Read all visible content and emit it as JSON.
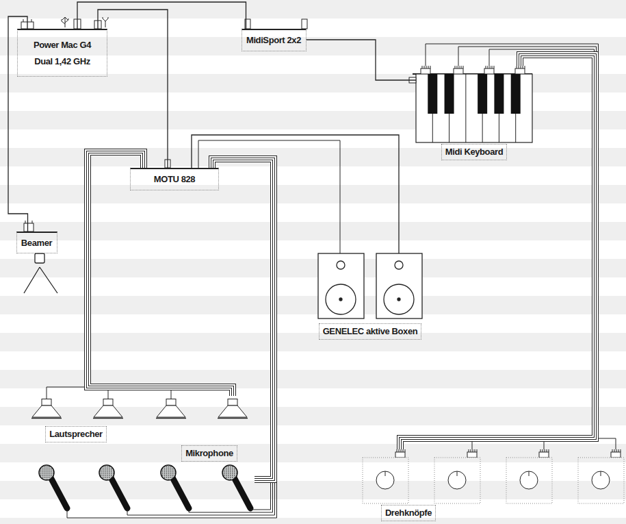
{
  "diagram": {
    "nodes": [
      {
        "text": [
          "Power Mac G4 Dual 1,42 GHz"
        ]
      },
      {
        "text": [
          "MidiSport 2x2"
        ]
      },
      {
        "text": [
          "Midi Keyboard"
        ]
      },
      {
        "text": [
          "MOTU 828"
        ]
      },
      {
        "text": [
          "Beamer"
        ]
      },
      {
        "text": [
          "GENELEC aktive Boxen"
        ]
      },
      {
        "text": [
          "Lautsprecher"
        ]
      },
      {
        "text": [
          "Mikrophone"
        ]
      },
      {
        "text": [
          "Drehknöpfe"
        ]
      }
    ],
    "edges": [
      {
        "from": 0,
        "to": 1,
        "arrow": "none"
      },
      {
        "from": 0,
        "to": 3,
        "arrow": "none"
      },
      {
        "from": 0,
        "to": 4,
        "arrow": "none"
      },
      {
        "from": 1,
        "to": 2,
        "arrow": "none"
      },
      {
        "from": 3,
        "to": 5,
        "arrow": "none"
      },
      {
        "from": 3,
        "to": 6,
        "arrow": "none"
      },
      {
        "from": 3,
        "to": 7,
        "arrow": "none"
      },
      {
        "from": 2,
        "to": 8,
        "arrow": "none"
      }
    ]
  }
}
